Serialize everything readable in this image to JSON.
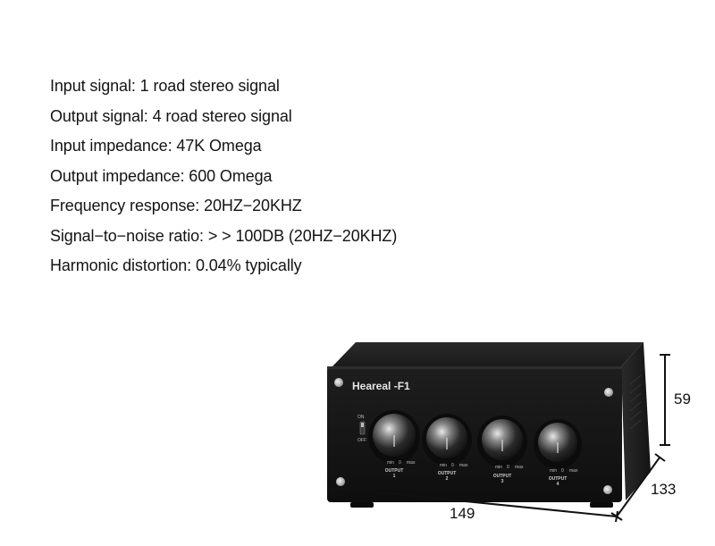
{
  "specs": [
    "Input signal: 1 road stereo signal",
    "Output signal: 4 road stereo signal",
    "Input impedance: 47K Omega",
    "Output impedance: 600 Omega",
    "Frequency response: 20HZ−20KHZ",
    "Signal−to−noise ratio: > > 100DB (20HZ−20KHZ)",
    "Harmonic distortion: 0.04% typically"
  ],
  "device": {
    "brand": "Heareal -F1",
    "switch_on": "ON",
    "switch_off": "OFF",
    "knob_scale": {
      "min": "min",
      "zero": "0",
      "max": "max"
    },
    "outputs": [
      {
        "label": "OUTPUT",
        "number": "1"
      },
      {
        "label": "OUTPUT",
        "number": "2"
      },
      {
        "label": "OUTPUT",
        "number": "3"
      },
      {
        "label": "OUTPUT",
        "number": "4"
      }
    ]
  },
  "dimensions": {
    "height": "59",
    "depth": "133",
    "width": "149"
  },
  "colors": {
    "chassis": "#1c1c1c",
    "panel": "#141414",
    "text": "#1a1a1a"
  }
}
